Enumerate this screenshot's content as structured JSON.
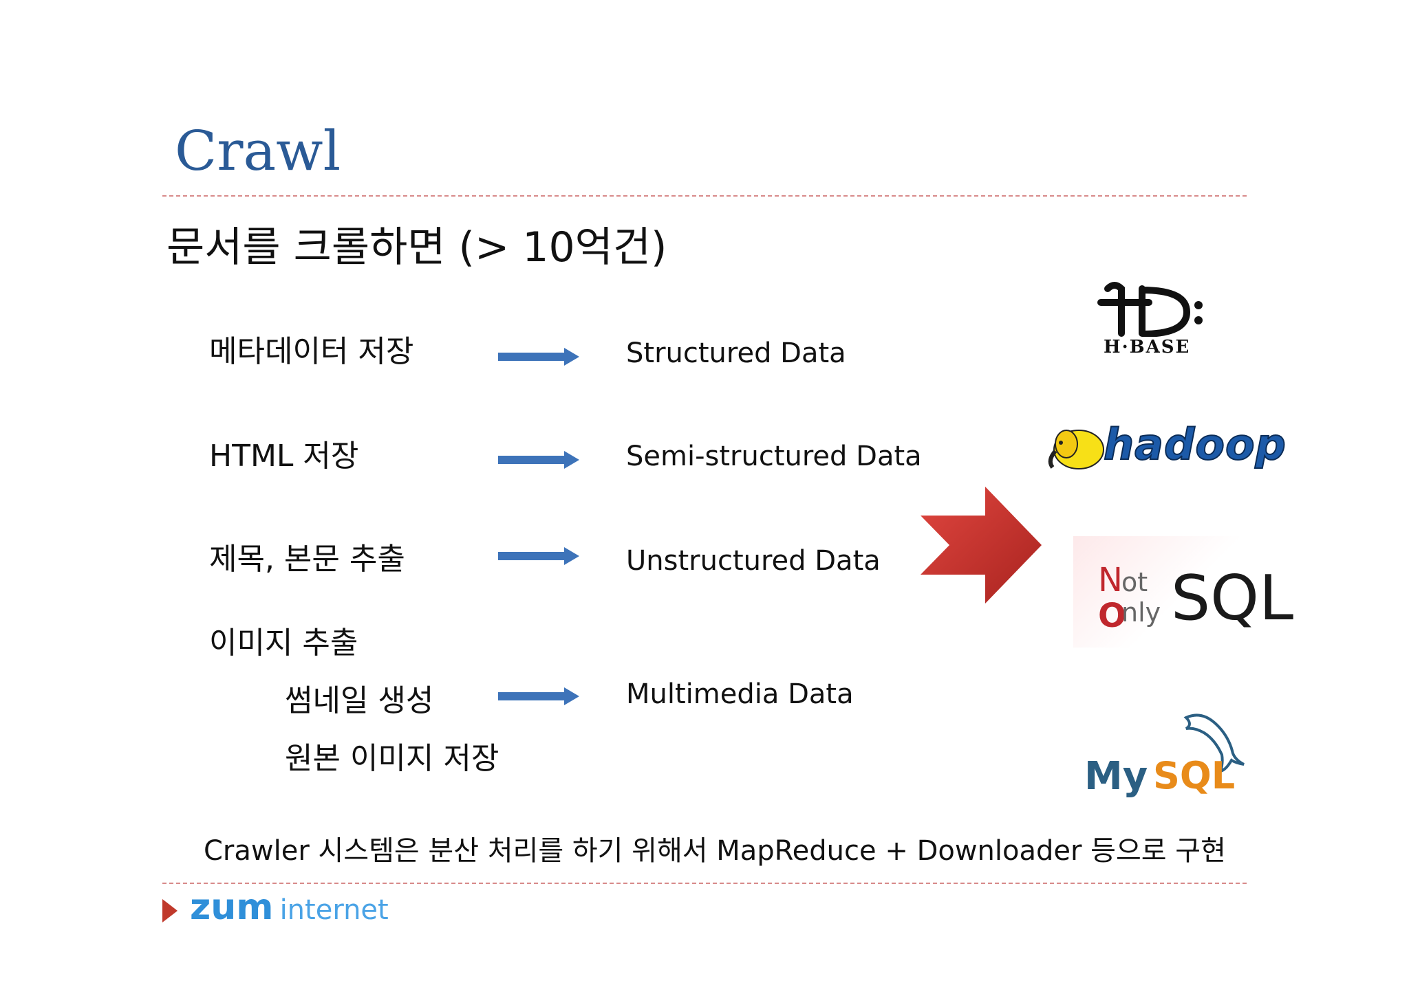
{
  "title": "Crawl",
  "heading": "문서를 크롤하면 (> 10억건)",
  "rows": [
    {
      "item": "메타데이터 저장",
      "data": "Structured Data"
    },
    {
      "item": "HTML 저장",
      "data": "Semi-structured Data"
    },
    {
      "item": "제목, 본문 추출",
      "data": "Unstructured Data"
    }
  ],
  "image_section": {
    "item": "이미지 추출",
    "sub1": "썸네일 생성",
    "sub2": "원본 이미지 저장",
    "data": "Multimedia Data"
  },
  "bottom_text": "Crawler 시스템은 분산 처리를 하기 위해서 MapReduce + Downloader 등으로 구현",
  "logos": {
    "hbase": "H·BASE",
    "hadoop": "hadoop",
    "nosql_n": "N",
    "nosql_ot": "ot",
    "nosql_o": "O",
    "nosql_nly": "nly",
    "nosql_sql": "SQL",
    "mysql_my": "My",
    "mysql_sql": "SQL",
    "footer_zum": "zum",
    "footer_internet": "internet"
  },
  "colors": {
    "title": "#2a5a96",
    "arrow": "#3d73b9",
    "big_arrow": "#d12f2a",
    "rule": "#d88a8a",
    "footer_triangle": "#c0392b",
    "zum": "#2f8fd9"
  }
}
